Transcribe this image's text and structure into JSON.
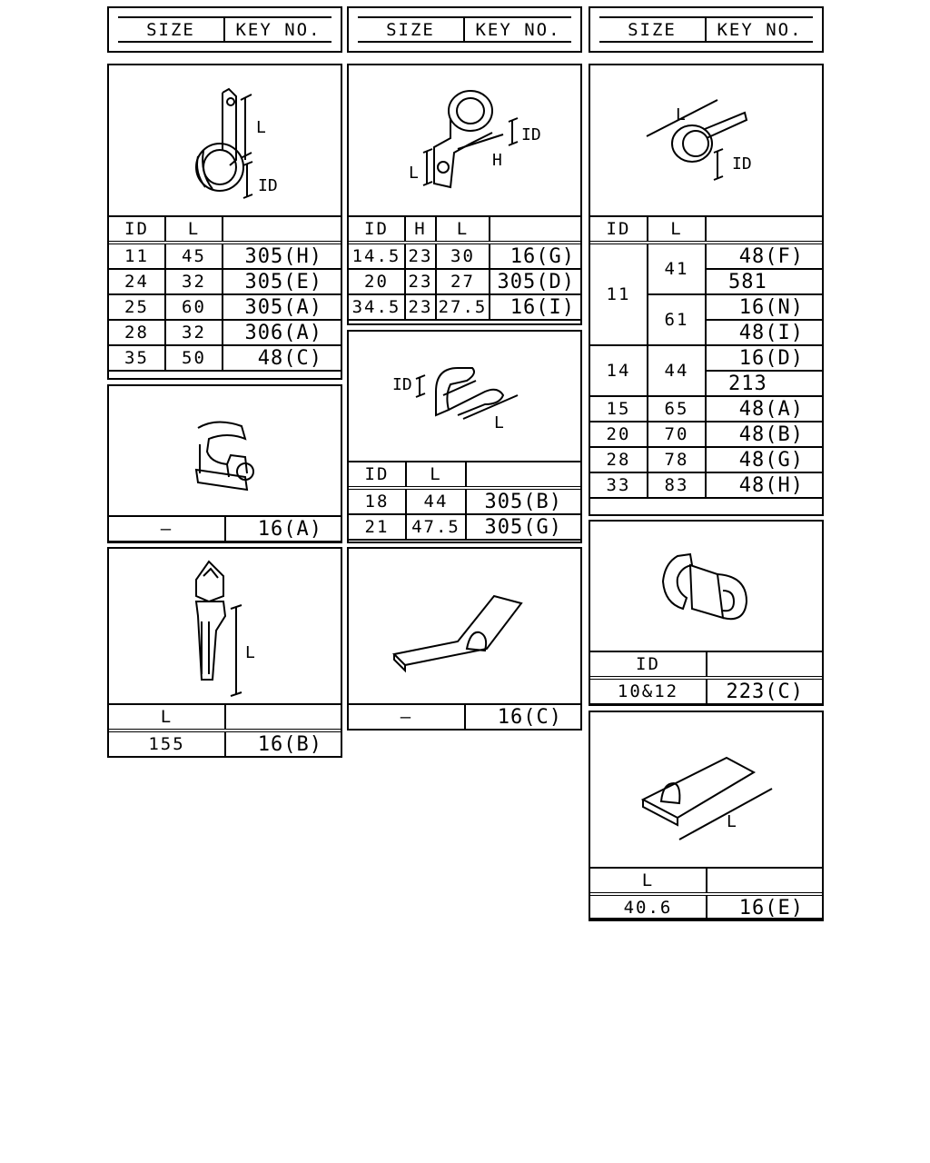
{
  "headers": [
    {
      "size": "SIZE",
      "key": "KEY NO."
    },
    {
      "size": "SIZE",
      "key": "KEY NO."
    },
    {
      "size": "SIZE",
      "key": "KEY NO."
    }
  ],
  "dim_labels": {
    "id": "ID",
    "l": "L",
    "h": "H"
  },
  "panel_a": {
    "cols": [
      "ID",
      "L",
      ""
    ],
    "rows": [
      {
        "id": "11",
        "l": "45",
        "key": "305(H)"
      },
      {
        "id": "24",
        "l": "32",
        "key": "305(E)"
      },
      {
        "id": "25",
        "l": "60",
        "key": "305(A)"
      },
      {
        "id": "28",
        "l": "32",
        "key": "306(A)"
      },
      {
        "id": "35",
        "l": "50",
        "key": "48(C)"
      }
    ]
  },
  "panel_b": {
    "size": "—",
    "key": "16(A)"
  },
  "panel_c": {
    "cols": [
      "L",
      ""
    ],
    "rows": [
      {
        "l": "155",
        "key": "16(B)"
      }
    ]
  },
  "panel_d": {
    "cols": [
      "ID",
      "H",
      "L",
      ""
    ],
    "rows": [
      {
        "id": "14.5",
        "h": "23",
        "l": "30",
        "key": "16(G)"
      },
      {
        "id": "20",
        "h": "23",
        "l": "27",
        "key": "305(D)"
      },
      {
        "id": "34.5",
        "h": "23",
        "l": "27.5",
        "key": "16(I)"
      }
    ]
  },
  "panel_e": {
    "cols": [
      "ID",
      "L",
      ""
    ],
    "rows": [
      {
        "id": "18",
        "l": "44",
        "key": "305(B)"
      },
      {
        "id": "21",
        "l": "47.5",
        "key": "305(G)"
      }
    ]
  },
  "panel_f": {
    "size": "—",
    "key": "16(C)"
  },
  "panel_g": {
    "cols": [
      "ID",
      "L",
      ""
    ],
    "groups": [
      {
        "id": "11",
        "subs": [
          {
            "l": "41",
            "keys": [
              "48(F)",
              "581"
            ]
          },
          {
            "l": "61",
            "keys": [
              "16(N)",
              "48(I)"
            ]
          }
        ]
      },
      {
        "id": "14",
        "subs": [
          {
            "l": "44",
            "keys": [
              "16(D)",
              "213"
            ]
          }
        ]
      }
    ],
    "rows": [
      {
        "id": "15",
        "l": "65",
        "key": "48(A)"
      },
      {
        "id": "20",
        "l": "70",
        "key": "48(B)"
      },
      {
        "id": "28",
        "l": "78",
        "key": "48(G)"
      },
      {
        "id": "33",
        "l": "83",
        "key": "48(H)"
      }
    ]
  },
  "panel_h": {
    "cols": [
      "ID",
      ""
    ],
    "rows": [
      {
        "id": "10&12",
        "key": "223(C)"
      }
    ]
  },
  "panel_i": {
    "cols": [
      "L",
      ""
    ],
    "rows": [
      {
        "l": "40.6",
        "key": "16(E)"
      }
    ]
  }
}
